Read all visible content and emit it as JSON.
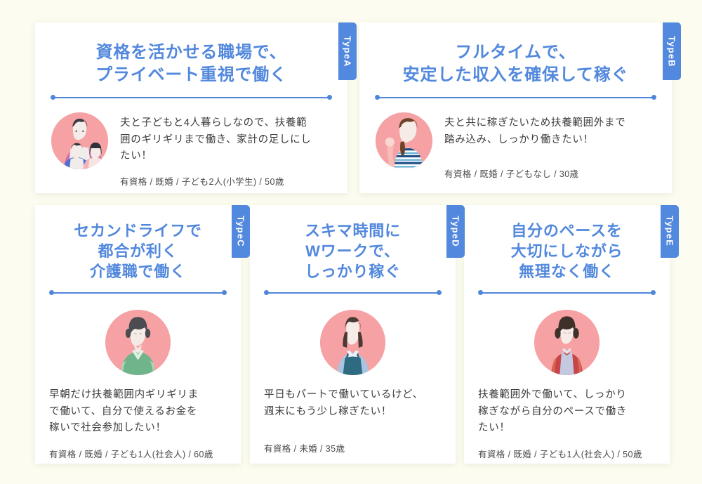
{
  "colors": {
    "page_background": "#fcfcf0",
    "card_background": "#ffffff",
    "accent_blue": "#5288dd",
    "heading_blue": "#5288dd",
    "divider_blue": "#4f86dc",
    "avatar_circle_pink": "#f6a1a3",
    "body_text": "#3b3b3b",
    "meta_text": "#4a4a4a"
  },
  "cards": [
    {
      "id": "type-a",
      "badge": "TypeA",
      "heading": "資格を活かせる職場で、\nプライベート重視で働く",
      "description": "夫と子どもと4人暮らしなので、扶養範\n囲のギリギリまで働き、家計の足しにし\nたい！",
      "meta": "有資格 / 既婚 / 子ども2人(小学生) / 50歳",
      "avatar_name": "family-of-four-avatar"
    },
    {
      "id": "type-b",
      "badge": "TypeB",
      "heading": "フルタイムで、\n安定した収入を確保して稼ぐ",
      "description": "夫と共に稼ぎたいため扶養範囲外まで\n踏み込み、しっかり働きたい！",
      "meta": "有資格 / 既婚 / 子どもなし / 30歳",
      "avatar_name": "woman-striped-shirt-avatar"
    },
    {
      "id": "type-c",
      "badge": "TypeC",
      "heading": "セカンドライフで\n都合が利く\n介護職で働く",
      "description": "早朝だけ扶養範囲内ギリギリま\nで働いて、自分で使えるお金を\n稼いで社会参加したい！",
      "meta": "有資格 / 既婚 / 子ども1人(社会人) / 60歳",
      "avatar_name": "senior-woman-green-uniform-avatar"
    },
    {
      "id": "type-d",
      "badge": "TypeD",
      "heading": "スキマ時間に\nWワークで、\nしっかり稼ぐ",
      "description": "平日もパートで働いているけど、\n週末にもう少し稼ぎたい！",
      "meta": "有資格 / 未婚 / 35歳",
      "avatar_name": "young-woman-overalls-avatar"
    },
    {
      "id": "type-e",
      "badge": "TypeE",
      "heading": "自分のペースを\n大切にしながら\n無理なく働く",
      "description": "扶養範囲外で働いて、しっかり\n稼ぎながら自分のペースで働き\nたい！",
      "meta": "有資格 / 既婚 / 子ども1人(社会人) / 50歳",
      "avatar_name": "woman-red-cardigan-avatar"
    }
  ]
}
